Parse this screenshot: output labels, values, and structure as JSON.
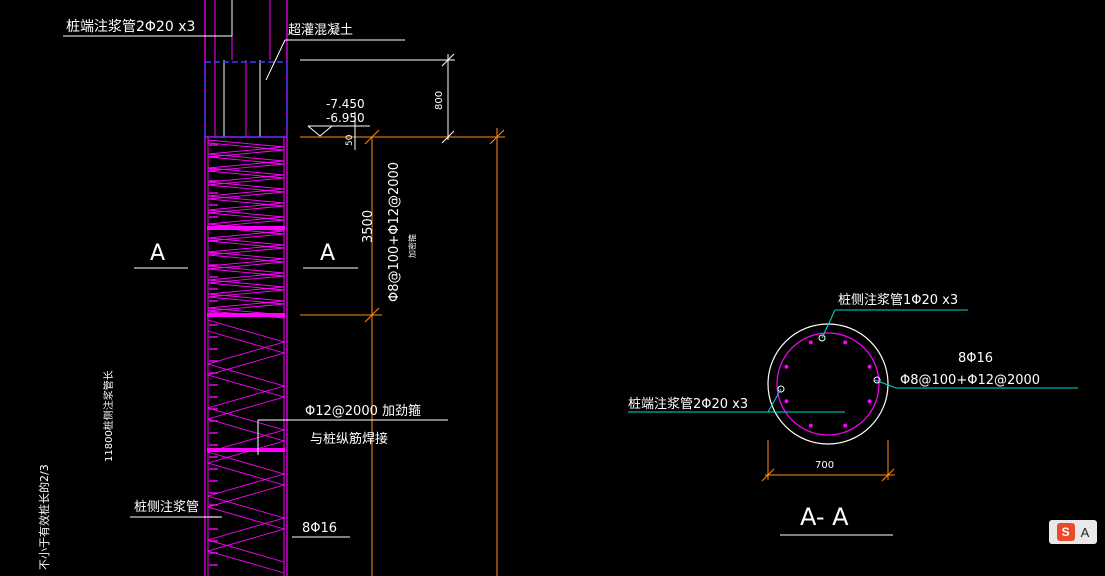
{
  "labels": {
    "top_left": "桩端注浆管2Φ20 x3",
    "overpour": "超灌混凝土",
    "elev1": "-7.450",
    "elev2": "-6.950",
    "dim_top": "800",
    "dim_50": "50",
    "dim_3500": "3500",
    "stirrup_vert": "Φ8@100+Φ12@2000",
    "stirrup_small": "加密箍",
    "section_left": "A",
    "section_right": "A",
    "stiffener1": "Φ12@2000 加劲箍",
    "stiffener2": "与桩纵筋焊接",
    "long_bar": "8Φ16",
    "side_pipe": "桩侧注浆管",
    "left_vert1": "11800桩侧注浆管长",
    "left_vert2": "不小于有效桩长的2/3",
    "sec_side_pipe": "桩侧注浆管1Φ20 x3",
    "sec_long_bar": "8Φ16",
    "sec_stirrup": "Φ8@100+Φ12@2000",
    "sec_end_pipe": "桩端注浆管2Φ20 x3",
    "sec_dim": "700",
    "sec_title": "A- A"
  },
  "ime": {
    "letter1": "S",
    "letter2": "A"
  },
  "colors": {
    "magenta": "#ff00ff",
    "orange": "#ff8c1a",
    "cyan": "#00d8d8",
    "blue": "#3340ff",
    "white": "#ffffff"
  }
}
